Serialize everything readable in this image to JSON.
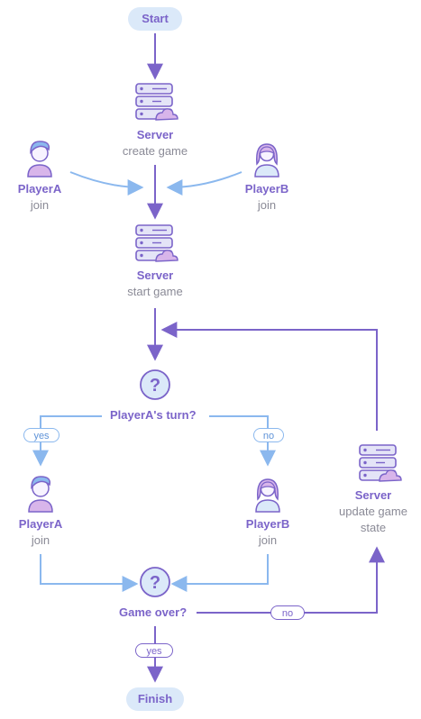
{
  "start": "Start",
  "finish": "Finish",
  "server_create": {
    "title": "Server",
    "subtitle": "create game"
  },
  "server_start": {
    "title": "Server",
    "subtitle": "start game"
  },
  "server_update": {
    "title": "Server",
    "subtitle_line1": "update game",
    "subtitle_line2": "state"
  },
  "player_a_join_1": {
    "title": "PlayerA",
    "subtitle": "join"
  },
  "player_b_join_1": {
    "title": "PlayerB",
    "subtitle": "join"
  },
  "player_a_join_2": {
    "title": "PlayerA",
    "subtitle": "join"
  },
  "player_b_join_2": {
    "title": "PlayerB",
    "subtitle": "join"
  },
  "decision_turn": {
    "glyph": "?",
    "label": "PlayerA's turn?"
  },
  "decision_over": {
    "glyph": "?",
    "label": "Game over?"
  },
  "edge_labels": {
    "turn_yes": "yes",
    "turn_no": "no",
    "over_no": "no",
    "over_yes": "yes"
  },
  "colors": {
    "purple": "#7b64c9",
    "blue": "#8bb8ee",
    "pill_bg": "#dbe9f9",
    "subtitle": "#8a8a96"
  }
}
